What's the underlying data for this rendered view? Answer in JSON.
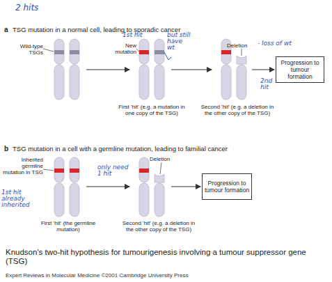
{
  "diagram": {
    "caption": "Knudson's two-hit hypothesis for tumourigenesis involving a tumour suppressor gene (TSG)",
    "nodes": [
      {
        "text": [
          "Progression to tumour formation"
        ]
      },
      {
        "text": [
          "Progression to tumour formation"
        ]
      }
    ],
    "labels": [
      "2 hits",
      "a",
      "TSG mutation in a normal cell, leading to sporadic cancer",
      "Wild-type TSGs",
      "1st hit",
      "New mutation",
      "but still have wt",
      "Deletion",
      "- loss of wt",
      "2nd hit",
      "First 'hit' (e.g. a mutation in one copy of the TSG)",
      "Second 'hit' (e.g. a deletion in the other copy of the TSG)",
      "b",
      "TSG mutation in a cell with a germline mutation, leading to familial cancer",
      "Inherited germline mutation in TSG",
      "1st hit already inherited",
      "only need 1 hit",
      "Deletion",
      "First 'hit' (the germline mutation)",
      "Second 'hit' (e.g. a deletion in the other copy of the TSG)",
      "Expert Reviews in Molecular Medicine ©2001 Cambridge University Press"
    ]
  }
}
